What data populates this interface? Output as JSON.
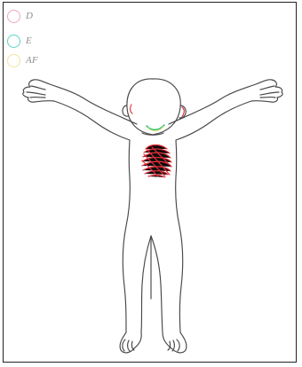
{
  "legend": {
    "items": [
      {
        "label": "D",
        "color": "#f1a7b7"
      },
      {
        "label": "E",
        "color": "#59d5c2"
      },
      {
        "label": "AF",
        "color": "#efe59b"
      }
    ]
  },
  "marks": {
    "red_area_color": "#e7232d",
    "green_area_color": "#1fbf5a"
  }
}
